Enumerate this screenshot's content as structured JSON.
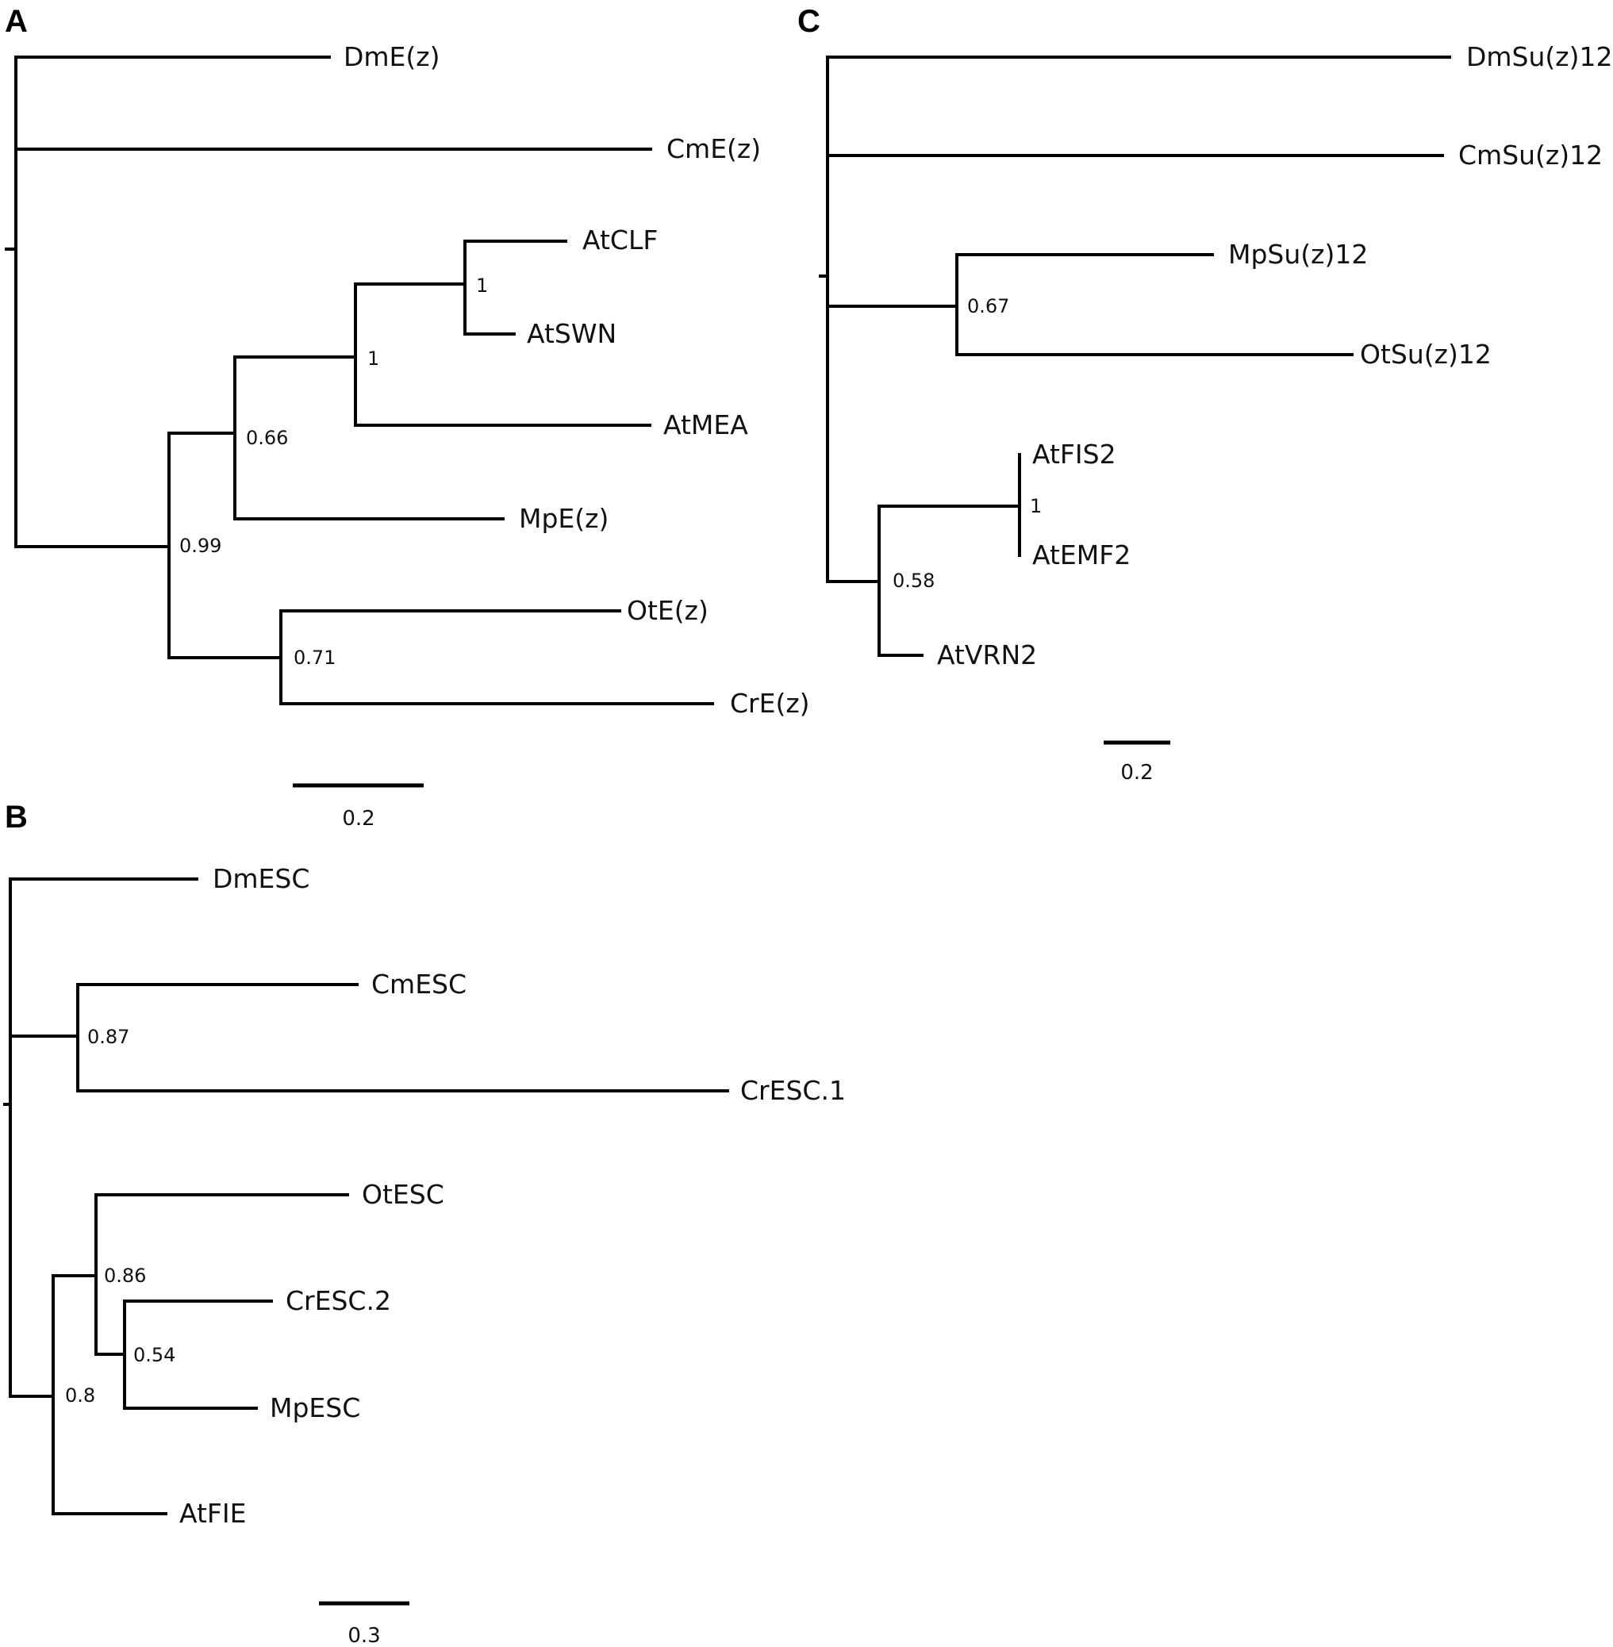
{
  "panels": {
    "A": {
      "letter": "A",
      "taxa": [
        "DmE(z)",
        "CmE(z)",
        "AtCLF",
        "AtSWN",
        "AtMEA",
        "MpE(z)",
        "OtE(z)",
        "CrE(z)"
      ],
      "supports": [
        "1",
        "1",
        "0.66",
        "0.99",
        "0.71"
      ],
      "scale_label": "0.2"
    },
    "B": {
      "letter": "B",
      "taxa": [
        "DmESC",
        "CmESC",
        "CrESC.1",
        "OtESC",
        "CrESC.2",
        "MpESC",
        "AtFIE"
      ],
      "supports": [
        "0.87",
        "0.86",
        "0.54",
        "0.8"
      ],
      "scale_label": "0.3"
    },
    "C": {
      "letter": "C",
      "taxa": [
        "DmSu(z)12",
        "CmSu(z)12",
        "MpSu(z)12",
        "OtSu(z)12",
        "AtFIS2",
        "AtEMF2",
        "AtVRN2"
      ],
      "supports": [
        "0.67",
        "1",
        "0.58"
      ],
      "scale_label": "0.2"
    }
  }
}
